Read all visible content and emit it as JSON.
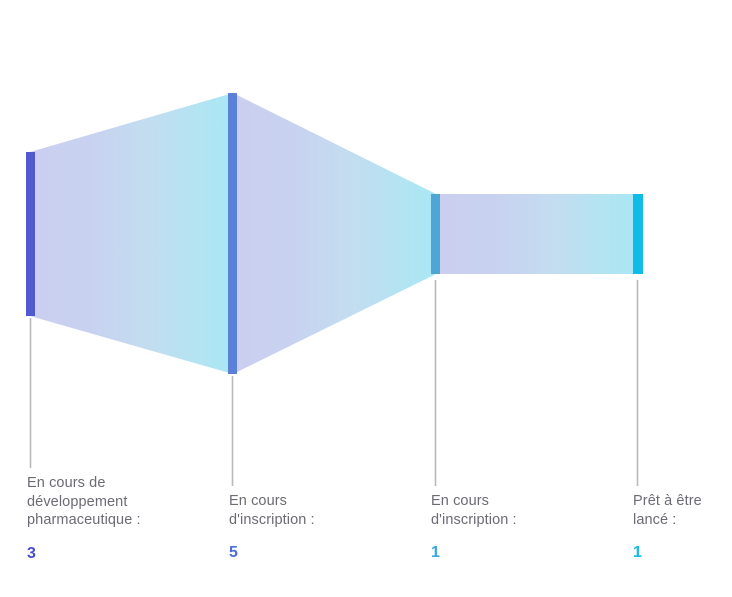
{
  "chart_data": {
    "type": "bar",
    "title": "",
    "subtitle": "",
    "xlabel": "",
    "ylabel": "",
    "legend": [],
    "grid": false,
    "categories": [
      "En cours de développement pharmaceutique :",
      "En cours d'inscription :",
      "En cours d'inscription :",
      "Prêt à être lancé :"
    ],
    "values": [
      3,
      5,
      1,
      1
    ],
    "value_labels": [
      "3",
      "5",
      "1",
      "1"
    ],
    "ylim": [
      0,
      5
    ]
  },
  "chart": {
    "background_color": "#ffffff",
    "connector_color": "#b8b8bd",
    "label_text_color": "#6b6b73",
    "fill_gradient_start": "#ccceef",
    "fill_gradient_end": "#a9e7f4",
    "stages": [
      {
        "id": "stage-pharmaceutical-development",
        "label_line1": "En cours de",
        "label_line2": "développement",
        "label_line3": "pharmaceutique :",
        "label": "En cours de\ndéveloppement\npharmaceutique :",
        "value": "3",
        "bar_color": "#5258ce",
        "value_color": "#4a4ecc"
      },
      {
        "id": "stage-registration-in-progress-a",
        "label_line1": "En cours",
        "label_line2": "d'inscription :",
        "label_line3": "",
        "label": "En cours\nd'inscription :",
        "value": "5",
        "bar_color": "#5b80d8",
        "value_color": "#4d6fd4"
      },
      {
        "id": "stage-registration-in-progress-b",
        "label_line1": "En cours",
        "label_line2": "d'inscription :",
        "label_line3": "",
        "label": "En cours\nd'inscription :",
        "value": "1",
        "bar_color": "#4ea6d4",
        "value_color": "#34a9dd"
      },
      {
        "id": "stage-ready-to-launch",
        "label_line1": "Prêt à être",
        "label_line2": "lancé :",
        "label_line3": "",
        "label": "Prêt à être\nlancé :",
        "value": "1",
        "bar_color": "#0fbce8",
        "value_color": "#12bce9"
      }
    ]
  }
}
